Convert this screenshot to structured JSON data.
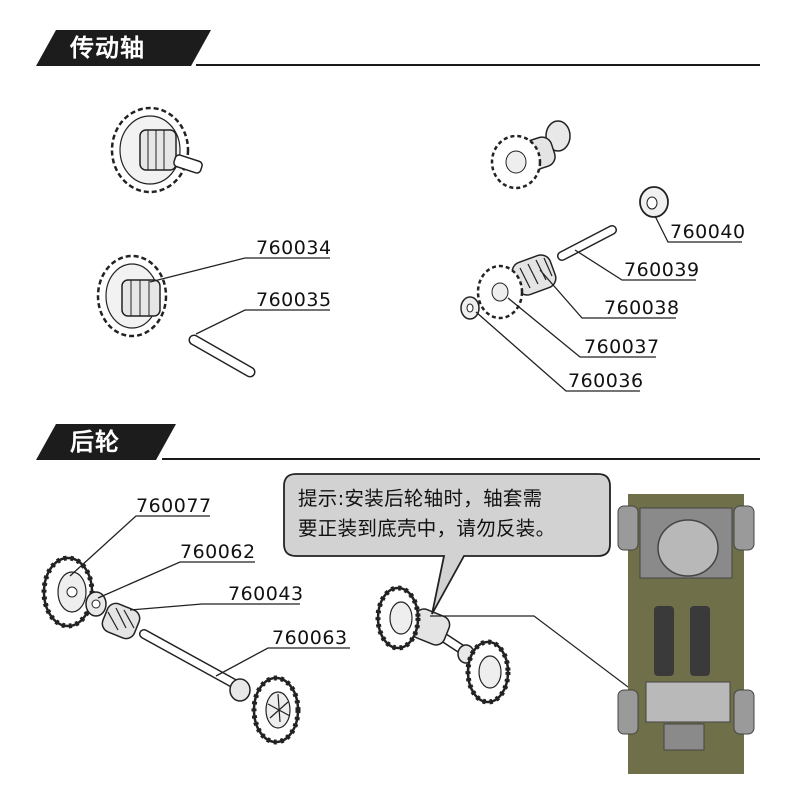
{
  "sections": {
    "drive_shaft": {
      "title": "传动轴"
    },
    "rear_wheel": {
      "title": "后轮"
    }
  },
  "parts": {
    "p760034": "760034",
    "p760035": "760035",
    "p760040": "760040",
    "p760039": "760039",
    "p760038": "760038",
    "p760037": "760037",
    "p760036": "760036",
    "p760077": "760077",
    "p760062": "760062",
    "p760043": "760043",
    "p760063": "760063"
  },
  "note": {
    "line1": "提示:安装后轮轴时，轴套需",
    "line2": "要正装到底壳中，请勿反装。"
  },
  "colors": {
    "tab_bg": "#1c1c1c",
    "note_bg": "#d2d2d2",
    "line": "#1a1a1a",
    "chassis": "#6f6f4a"
  }
}
